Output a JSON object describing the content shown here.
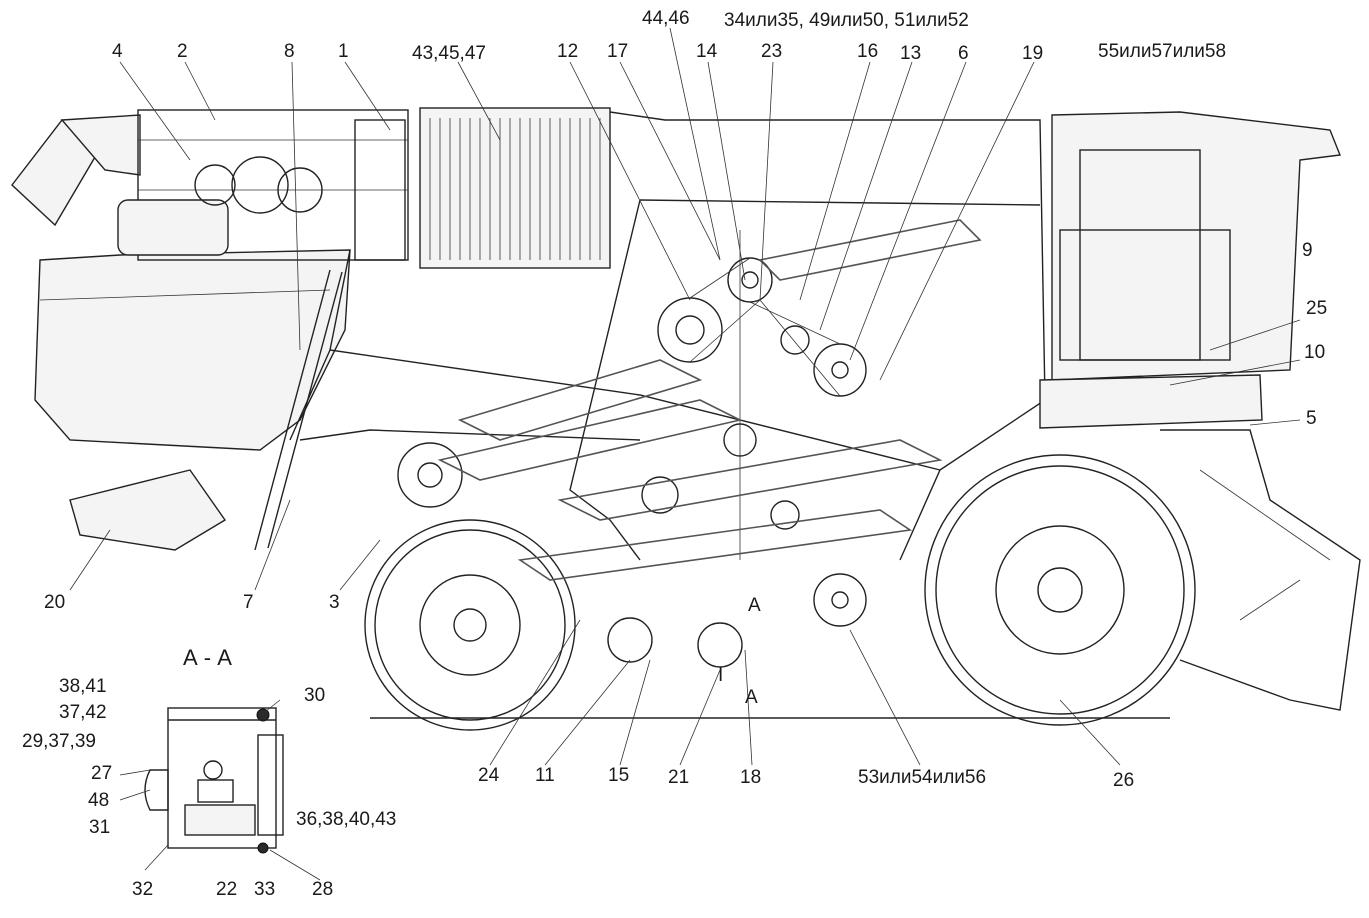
{
  "labels": {
    "l1": "1",
    "l2": "2",
    "l3": "3",
    "l4": "4",
    "l5": "5",
    "l6": "6",
    "l7": "7",
    "l8": "8",
    "l9": "9",
    "l10": "10",
    "l11": "11",
    "l12": "12",
    "l13": "13",
    "l14": "14",
    "l15": "15",
    "l16": "16",
    "l17": "17",
    "l18": "18",
    "l19": "19",
    "l20": "20",
    "l21": "21",
    "l22": "22",
    "l23": "23",
    "l24": "24",
    "l25": "25",
    "l26": "26",
    "l27": "27",
    "l28": "28",
    "l30": "30",
    "l31": "31",
    "l32": "32",
    "l33": "33",
    "l48": "48",
    "l43_45_47": "43,45,47",
    "l44_46": "44,46",
    "l34_35": "34или35, 49или50, 51или52",
    "l55_57_58": "55или57или58",
    "l53_54_56": "53или54или56",
    "l38_41": "38,41",
    "l37_42": "37,42",
    "l29_37_39": "29,37,39",
    "l36_38_40_43": "36,38,40,43",
    "section_title": "А - А",
    "section_mark_top": "А",
    "section_mark_bottom": "А",
    "section_roman": "I"
  }
}
